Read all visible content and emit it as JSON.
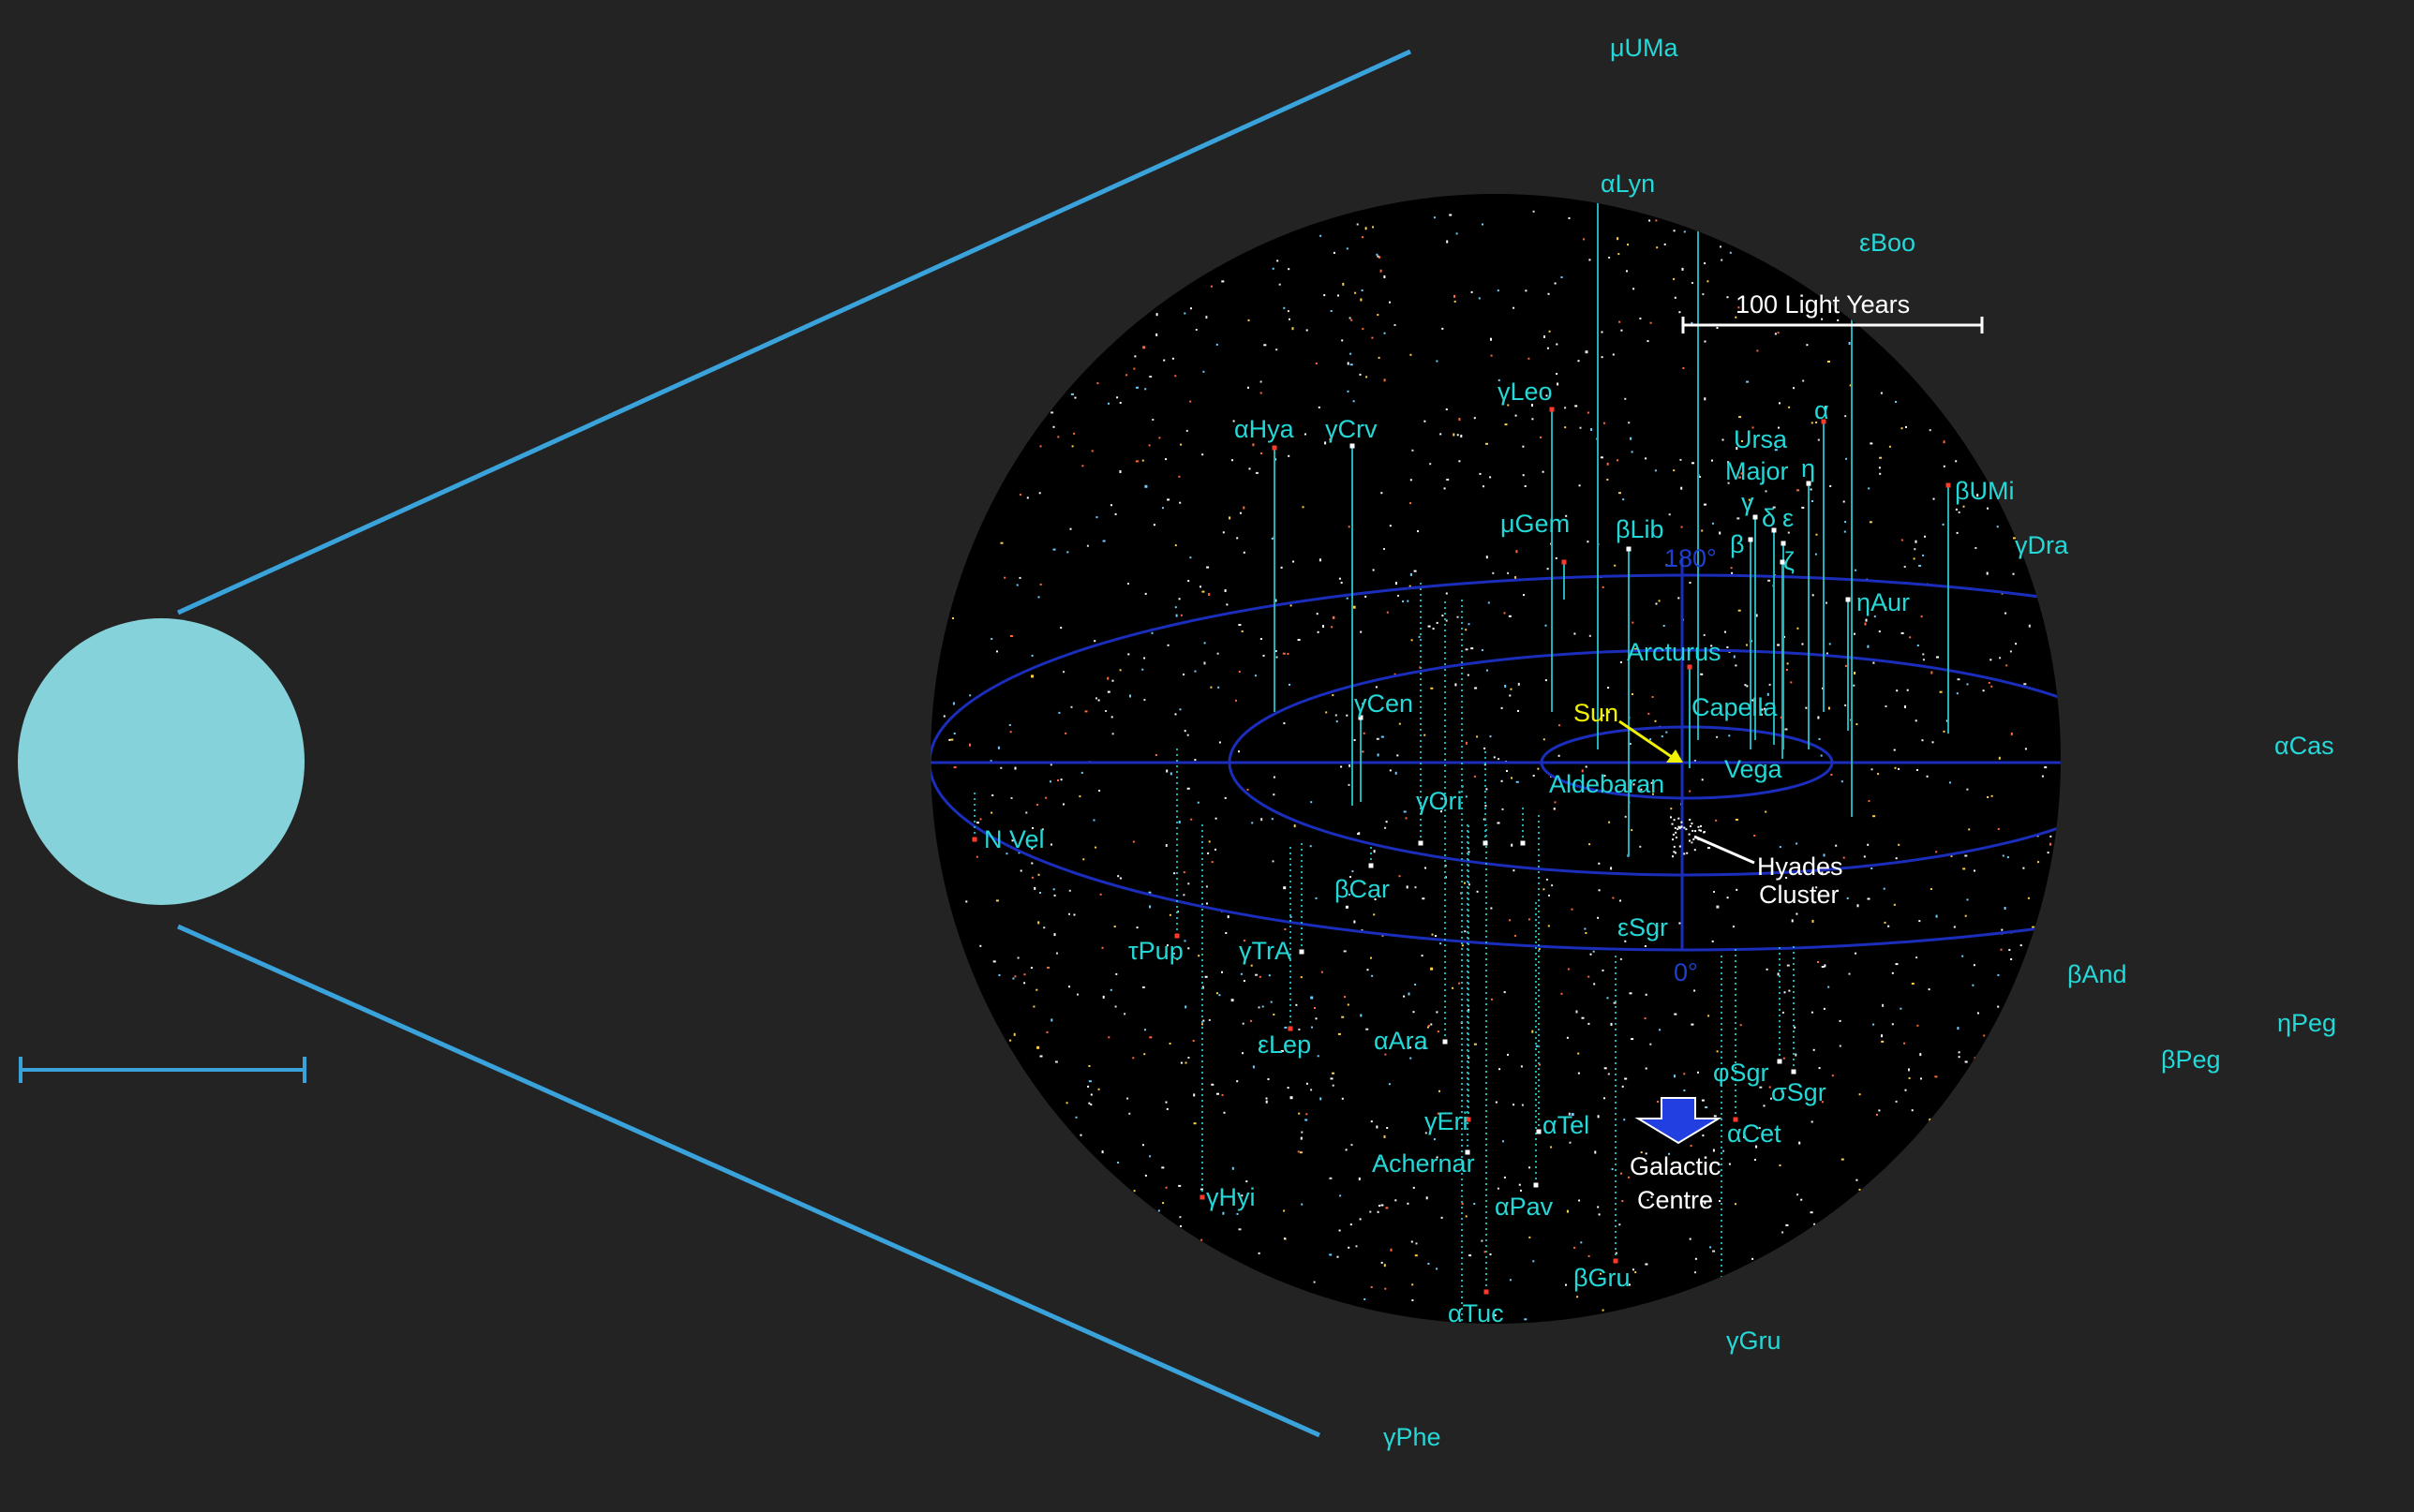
{
  "colors": {
    "background": "#232323",
    "disk_fill": "#000000",
    "zoom_lines": "#3aa3db",
    "sun_marker": "#86d2da",
    "ring": "#1a2dbb",
    "label": "#25d8d8",
    "drop_line": "#1fb3b8",
    "label_white": "#ffffff",
    "label_sun": "#f2f200"
  },
  "scale_bar": {
    "label": "100 Light Years"
  },
  "rings": {
    "angle_180": "180°",
    "angle_0": "0°"
  },
  "sun": {
    "label": "Sun"
  },
  "hyades": {
    "line1": "Hyades",
    "line2": "Cluster"
  },
  "galactic_centre": {
    "line1": "Galactic",
    "line2": "Centre",
    "icon": "arrow-down-icon"
  },
  "ursa_major": {
    "line1": "Ursa",
    "line2": "Major",
    "greek": [
      "α",
      "η",
      "γ",
      "δ",
      "ε",
      "β",
      "ζ"
    ]
  },
  "stars": [
    {
      "name": "μUMa"
    },
    {
      "name": "αLyn"
    },
    {
      "name": "εBoo"
    },
    {
      "name": "γLeo"
    },
    {
      "name": "αHya"
    },
    {
      "name": "γCrv"
    },
    {
      "name": "μGem"
    },
    {
      "name": "βLib"
    },
    {
      "name": "βUMi"
    },
    {
      "name": "γDra"
    },
    {
      "name": "ηAur"
    },
    {
      "name": "Arcturus"
    },
    {
      "name": "Capella"
    },
    {
      "name": "Vega"
    },
    {
      "name": "Aldebaran"
    },
    {
      "name": "γCen"
    },
    {
      "name": "γOri"
    },
    {
      "name": "αCas"
    },
    {
      "name": "N Vel"
    },
    {
      "name": "βCar"
    },
    {
      "name": "εSgr"
    },
    {
      "name": "τPup"
    },
    {
      "name": "γTrA"
    },
    {
      "name": "βAnd"
    },
    {
      "name": "ηPeg"
    },
    {
      "name": "εLep"
    },
    {
      "name": "αAra"
    },
    {
      "name": "φSgr"
    },
    {
      "name": "σSgr"
    },
    {
      "name": "βPeg"
    },
    {
      "name": "γEri"
    },
    {
      "name": "αTel"
    },
    {
      "name": "αCet"
    },
    {
      "name": "Achernar"
    },
    {
      "name": "γHyi"
    },
    {
      "name": "αPav"
    },
    {
      "name": "βGru"
    },
    {
      "name": "αTuc"
    },
    {
      "name": "γGru"
    },
    {
      "name": "γPhe"
    }
  ]
}
